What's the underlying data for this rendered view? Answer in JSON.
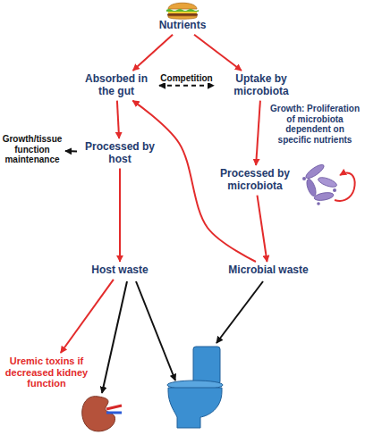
{
  "diagram": {
    "nodes": [
      {
        "text": [
          "Nutrients"
        ]
      },
      {
        "text": [
          "Absorbed in the gut"
        ]
      },
      {
        "text": [
          "Uptake by microbiota"
        ]
      },
      {
        "text": [
          "Growth: Proliferation of microbiota dependent on specific nutrients"
        ]
      },
      {
        "text": [
          "Growth/tissue function maintenance"
        ]
      },
      {
        "text": [
          "Processed by host"
        ]
      },
      {
        "text": [
          "Processed by microbiota"
        ]
      },
      {
        "text": [
          "Host waste"
        ]
      },
      {
        "text": [
          "Microbial waste"
        ]
      },
      {
        "text": [
          "Uremic toxins if decreased kidney function"
        ]
      }
    ],
    "edges": [
      {
        "from": 0,
        "to": 1,
        "arrow": "to"
      },
      {
        "from": 0,
        "to": 2,
        "arrow": "to"
      },
      {
        "from": 1,
        "to": 2,
        "arrow": "both",
        "label": "Competition"
      },
      {
        "from": 1,
        "to": 5,
        "arrow": "to"
      },
      {
        "from": 5,
        "to": 4,
        "arrow": "to"
      },
      {
        "from": 2,
        "to": 6,
        "arrow": "to"
      },
      {
        "from": 6,
        "to": 8,
        "arrow": "to"
      },
      {
        "from": 5,
        "to": 7,
        "arrow": "to"
      },
      {
        "from": 8,
        "to": 1,
        "arrow": "to"
      },
      {
        "from": 7,
        "to": 9,
        "arrow": "to"
      }
    ]
  }
}
